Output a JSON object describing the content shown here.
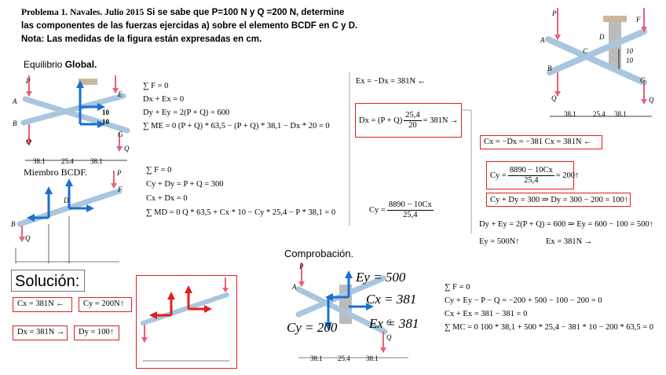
{
  "header": {
    "title_bold": "Problema 1. Navales. Julio 2015",
    "title_rest": " Si se sabe que P=100 N y Q =200 N, determine",
    "line2": "las componentes de las fuerzas ejercidas a) sobre el elemento BCDF en C y D.",
    "line3": "Nota: Las medidas de la figura están expresadas en cm."
  },
  "sections": {
    "global_prefix": "Equilibrio ",
    "global_bold": "Global.",
    "member": "Miembro BCDF.",
    "solution": "Solución:",
    "check": "Comprobación."
  },
  "global_eqs": [
    "∑ F = 0",
    "Dx + Ex = 0",
    "Dy + Ey = 2(P + Q) = 600",
    "∑ ME = 0   (P + Q) * 63,5 − (P + Q) * 38,1 − Dx * 20 = 0"
  ],
  "member_eqs": [
    "∑ F = 0",
    "Cy + Dy = P + Q = 300",
    "Cx + Dx = 0",
    "∑ MD = 0   Q * 63,5 + Cx * 10 − Cy * 25,4 − P * 38,1 = 0"
  ],
  "cy_formula": {
    "lhs": "Cy =",
    "num": "8890 − 10Cx",
    "den": "25,4"
  },
  "right_eqs": {
    "ex": "Ex = −Dx = 381N ←",
    "dx_lhs": "Dx = (P + Q)",
    "dx_num": "25,4",
    "dx_den": "20",
    "dx_rhs": "= 381N →",
    "cx_box": "Cx = −Dx = −381    Cx = 381N ←",
    "cy_box_lhs": "Cy =",
    "cy_box_num": "8890 − 10Cx",
    "cy_box_den": "25,4",
    "cy_box_rhs": "= 200↑",
    "dy_box": "Cy + Dy = 300 ⇒ Dy = 300 − 200 = 100↑",
    "ey_line": "Dy + Ey = 2(P + Q) = 600 ⇒ Ey = 600 − 100 = 500↑",
    "ey_final": "Ey = 500N↑",
    "ex_final": "Ex = 381N →"
  },
  "solution_boxes": {
    "cx": "Cx = 381N ←",
    "cy": "Cy = 200N↑",
    "dx": "Dx = 381N →",
    "dy": "Dy = 100↑"
  },
  "check": {
    "ey": "Ey = 500",
    "cx": "Cx = 381",
    "cy": "Cy = 200",
    "ex": "Ex = 381",
    "eqs": [
      "∑ F = 0",
      "Cy + Ey − P − Q = −200 + 500 − 100 − 200 = 0",
      "Cx + Ex = 381 − 381 = 0",
      "∑ MC = 0   100 * 38,1 + 500 * 25,4 − 381 * 10 − 200 * 63,5 = 0"
    ]
  },
  "figure_labels": {
    "P": "P",
    "Q": "Q",
    "A": "A",
    "B": "B",
    "C": "C",
    "D": "D",
    "E": "E",
    "F": "F",
    "G": "G",
    "dim10a": "10",
    "dim10b": "10",
    "d1": "38.1",
    "d2": "25.4",
    "d3": "38.1"
  },
  "colors": {
    "red": "#e02020",
    "blue": "#1a6fd0",
    "pink": "#e8607a",
    "bar": "#a9c6de"
  }
}
